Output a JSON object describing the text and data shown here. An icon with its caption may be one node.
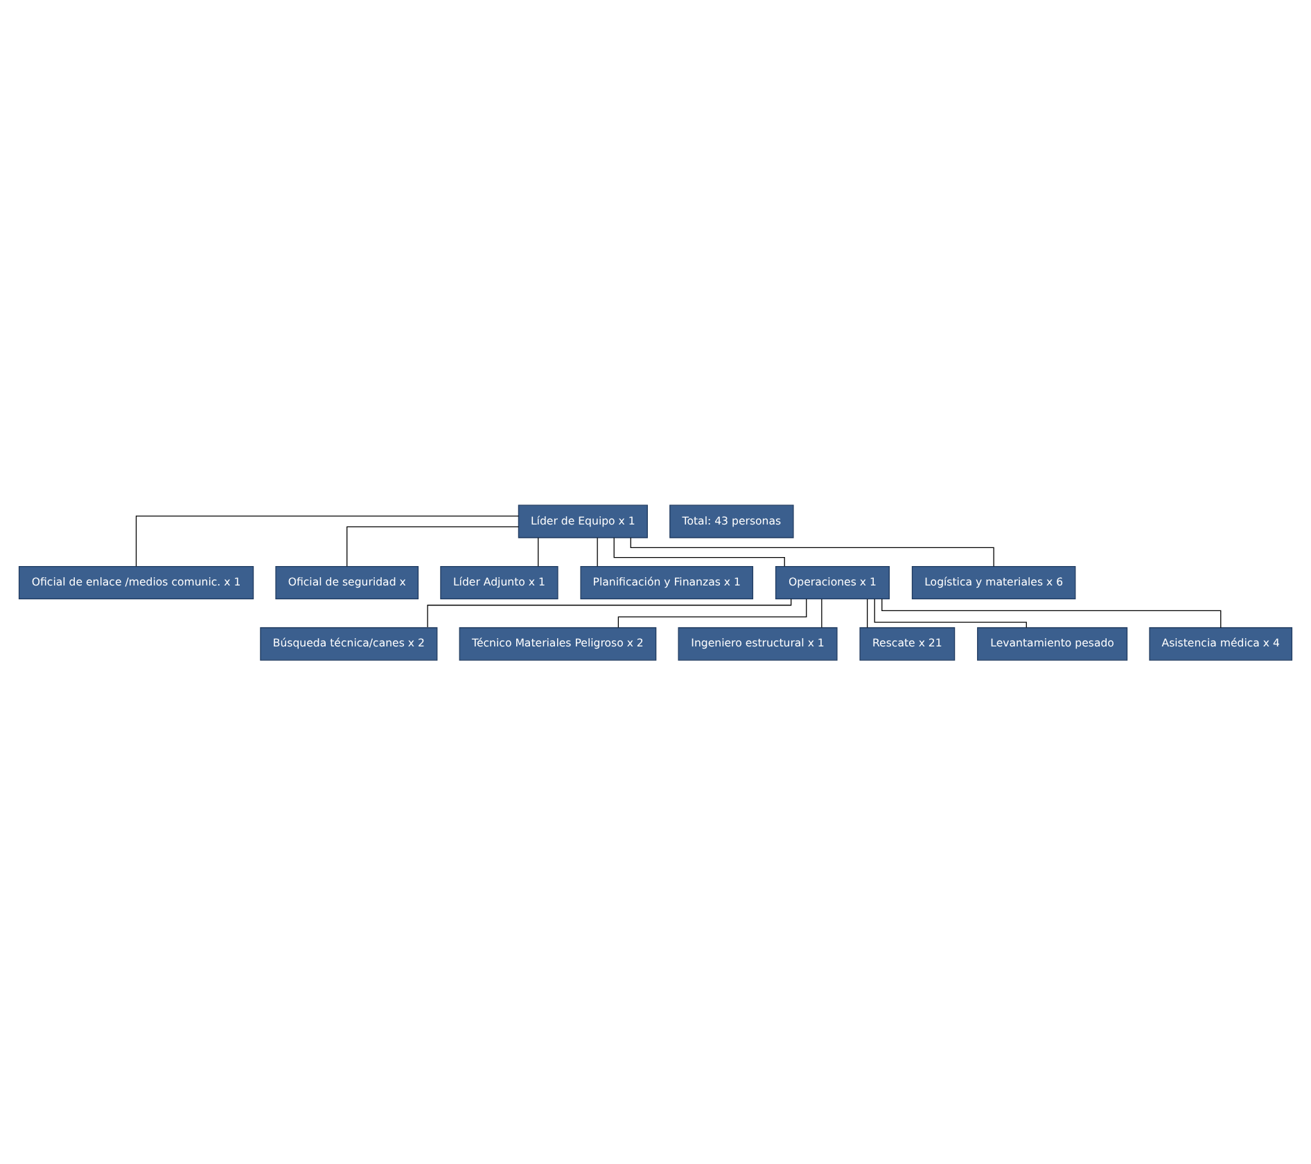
{
  "diagram": {
    "nodes": [
      {
        "text": [
          "Líder de Equipo x 1"
        ]
      },
      {
        "text": [
          "Oficial de enlace /medios comunic. x 1"
        ]
      },
      {
        "text": [
          "Oficial de seguridad x"
        ]
      },
      {
        "text": [
          "Líder Adjunto x 1"
        ]
      },
      {
        "text": [
          "Planificación y Finanzas x 1"
        ]
      },
      {
        "text": [
          "Operaciones x 1"
        ]
      },
      {
        "text": [
          "Logística y materiales x 6"
        ]
      },
      {
        "text": [
          "Búsqueda técnica/canes x 2"
        ]
      },
      {
        "text": [
          "Técnico Materiales Peligroso x 2"
        ]
      },
      {
        "text": [
          "Ingeniero estructural x 1"
        ]
      },
      {
        "text": [
          "Rescate x 21"
        ]
      },
      {
        "text": [
          "Levantamiento pesado"
        ]
      },
      {
        "text": [
          "Asistencia médica x 4"
        ]
      },
      {
        "text": [
          "Total: 43 personas"
        ]
      }
    ],
    "edges": [
      {
        "from": 0,
        "to": 1,
        "arrow": "none"
      },
      {
        "from": 0,
        "to": 2,
        "arrow": "none"
      },
      {
        "from": 0,
        "to": 3,
        "arrow": "none"
      },
      {
        "from": 0,
        "to": 4,
        "arrow": "none"
      },
      {
        "from": 0,
        "to": 5,
        "arrow": "none"
      },
      {
        "from": 0,
        "to": 6,
        "arrow": "none"
      },
      {
        "from": 5,
        "to": 7,
        "arrow": "none"
      },
      {
        "from": 5,
        "to": 8,
        "arrow": "none"
      },
      {
        "from": 5,
        "to": 9,
        "arrow": "none"
      },
      {
        "from": 5,
        "to": 10,
        "arrow": "none"
      },
      {
        "from": 5,
        "to": 11,
        "arrow": "none"
      },
      {
        "from": 5,
        "to": 12,
        "arrow": "none"
      }
    ]
  }
}
